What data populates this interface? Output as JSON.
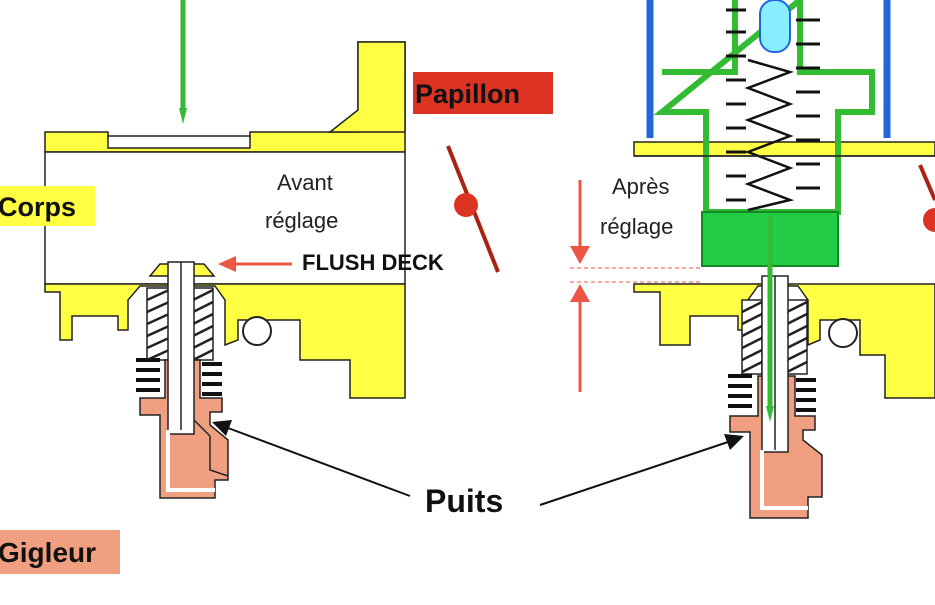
{
  "labels": {
    "corps": "Corps",
    "papillon": "Papillon",
    "avant_line1": "Avant",
    "avant_line2": "réglage",
    "flush_deck": "FLUSH DECK",
    "apres_line1": "Après",
    "apres_line2": "réglage",
    "puits": "Puits",
    "gigleur": "Gigleur"
  },
  "colors": {
    "body_yellow": "#ffff44",
    "corps_tag": "#ffff44",
    "papillon_tag": "#dd3322",
    "gigleur_tag": "#f0a080",
    "jet_salmon": "#f0a080",
    "needle_green": "#33bb33",
    "float_blue": "#2266dd",
    "arrow_red": "#ee5544"
  }
}
